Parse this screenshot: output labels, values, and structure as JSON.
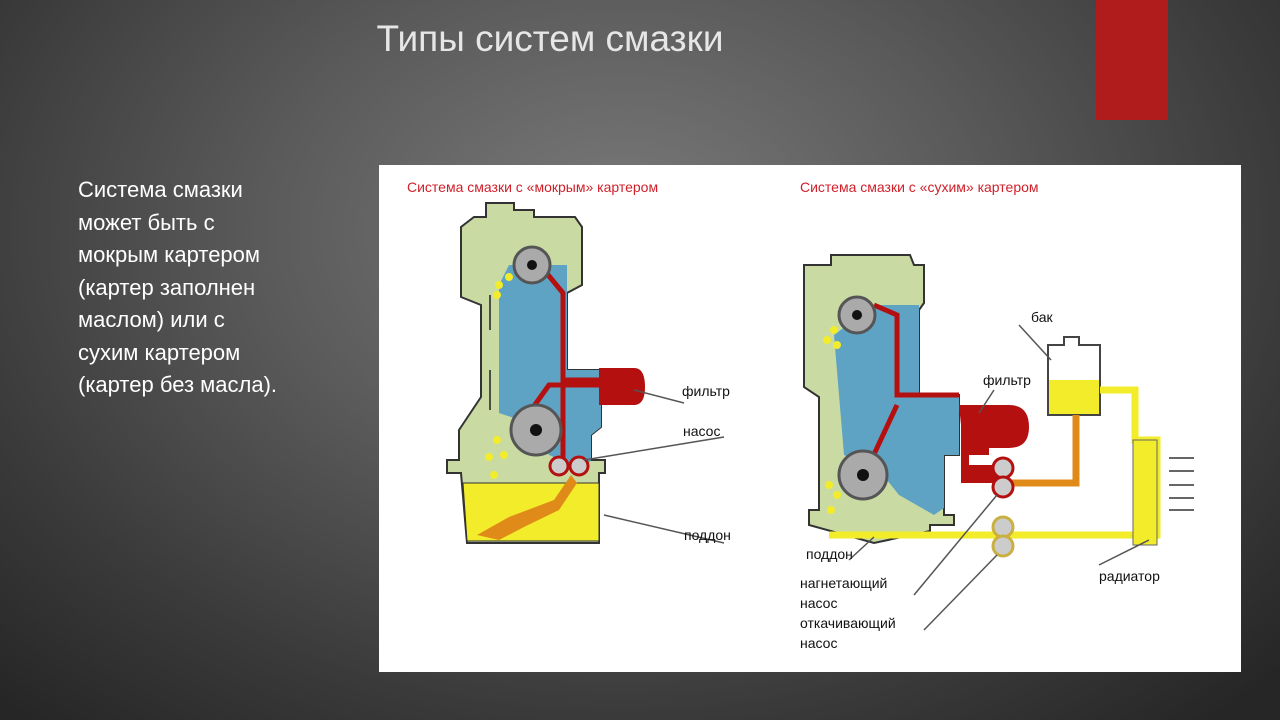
{
  "slide": {
    "title": "Типы систем смазки",
    "body_lines": [
      "Система смазки",
      "может быть с",
      "мокрым картером",
      "(картер заполнен",
      "маслом) или с",
      "сухим картером",
      "(картер без масла)."
    ],
    "accent_color": "#b01c1c"
  },
  "diagram": {
    "wet": {
      "title": "Система смазки с «мокрым» картером",
      "labels": {
        "filter": "фильтр",
        "pump": "насос",
        "sump": "поддон"
      }
    },
    "dry": {
      "title": "Система смазки с «сухим» картером",
      "labels": {
        "tank": "бак",
        "filter": "фильтр",
        "sump": "поддон",
        "pressure_pump_1": "нагнетающий",
        "pressure_pump_2": "насос",
        "scavenge_pump_1": "откачивающий",
        "scavenge_pump_2": "насос",
        "radiator": "радиатор"
      }
    },
    "colors": {
      "block": "#c9dba3",
      "cylinder": "#5fa3c4",
      "oil_red": "#b51010",
      "oil_yellow": "#f2ec2a",
      "oil_orange": "#e08a1a"
    }
  }
}
